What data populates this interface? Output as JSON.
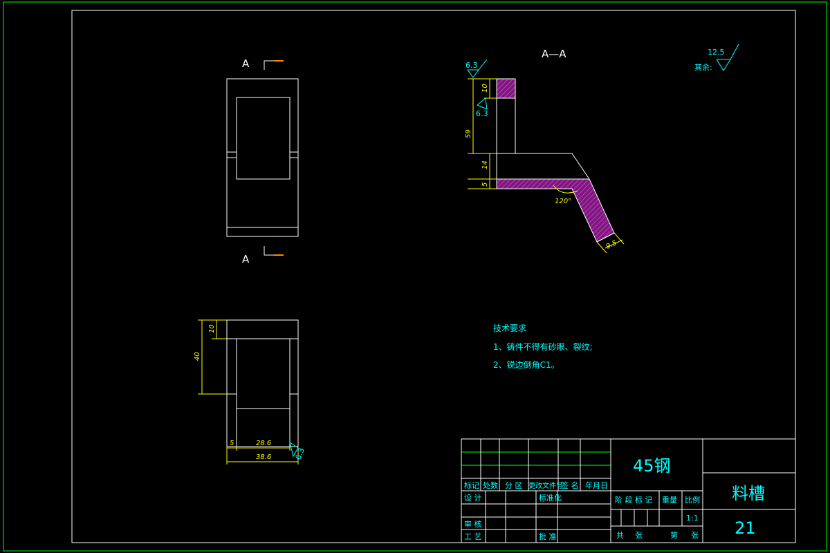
{
  "section": {
    "label_top": "A",
    "label_bottom": "A",
    "title": "A—A"
  },
  "roughness": {
    "other_label": "其余:",
    "other_value": "12.5",
    "surface_top": "6.3",
    "surface_mid": "6.3",
    "surface_bottom": "6.3"
  },
  "dimensions": {
    "side": {
      "d10": "10",
      "d59": "59",
      "d14": "14",
      "d5": "5",
      "angle": "120°",
      "d9_5": "9.5"
    },
    "bottom": {
      "d10": "10",
      "d40": "40",
      "d5": "5",
      "d28_6": "28.6",
      "d38_6": "38.6"
    }
  },
  "notes": {
    "title": "技术要求",
    "items": [
      "1、铸件不得有砂眼、裂纹;",
      "2、锐边倒角C1。"
    ]
  },
  "title_block": {
    "material": "45钢",
    "part_name": "料槽",
    "drawing_no": "21",
    "headers": [
      "标记",
      "处数",
      "分 区",
      "更改文件号",
      "签 名",
      "年月日"
    ],
    "design": "设 计",
    "standardize": "标准化",
    "review": "审 核",
    "process": "工 艺",
    "approve": "批 准",
    "stage_mark": "阶 段 标 记",
    "weight": "重量",
    "scale_label": "比例",
    "scale_value": "1:1",
    "total_label": "共",
    "sheets_label": "张",
    "sheet_label": "第",
    "sheet_unit": "张"
  },
  "colors": {
    "frame": "#00ff00",
    "outline": "#ffffff",
    "dimension": "#ffff00",
    "text": "#00ffff",
    "hatch": "#cc33cc"
  }
}
